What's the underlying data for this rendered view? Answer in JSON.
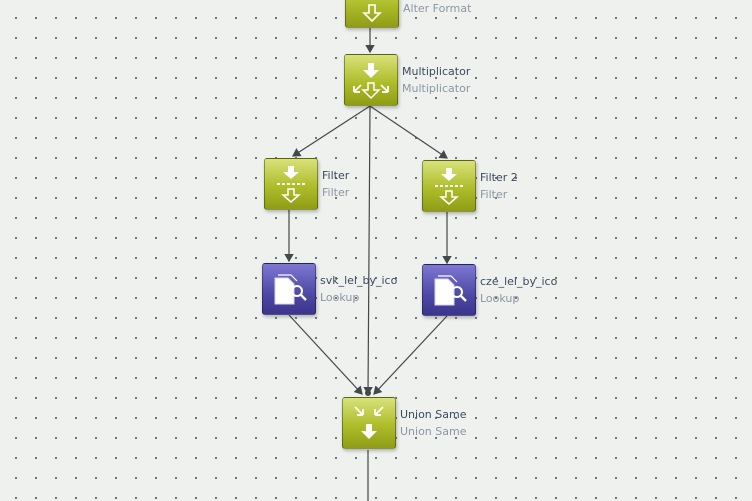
{
  "nodes": {
    "alter_format": {
      "type": "Alter Format"
    },
    "multiplicator": {
      "name": "Multiplicator",
      "type": "Multiplicator"
    },
    "filter": {
      "name": "Filter",
      "type": "Filter"
    },
    "filter2": {
      "name": "Filter 2",
      "type": "Filter"
    },
    "svk_lookup": {
      "name": "svk_lei_by_ico",
      "type": "Lookup"
    },
    "cze_lookup": {
      "name": "cze_lei_by_ico",
      "type": "Lookup"
    },
    "union": {
      "name": "Union Same",
      "type": "Union Same"
    }
  },
  "icons": {
    "alter_format": "arrow-down-icon",
    "multiplicator": "split-arrows-icon",
    "filter": "filter-icon",
    "lookup": "lookup-icon",
    "union": "merge-arrows-icon"
  },
  "colors": {
    "transform_node": "#aebd2a",
    "lookup_node": "#4e48a6",
    "edge": "#45484a"
  }
}
